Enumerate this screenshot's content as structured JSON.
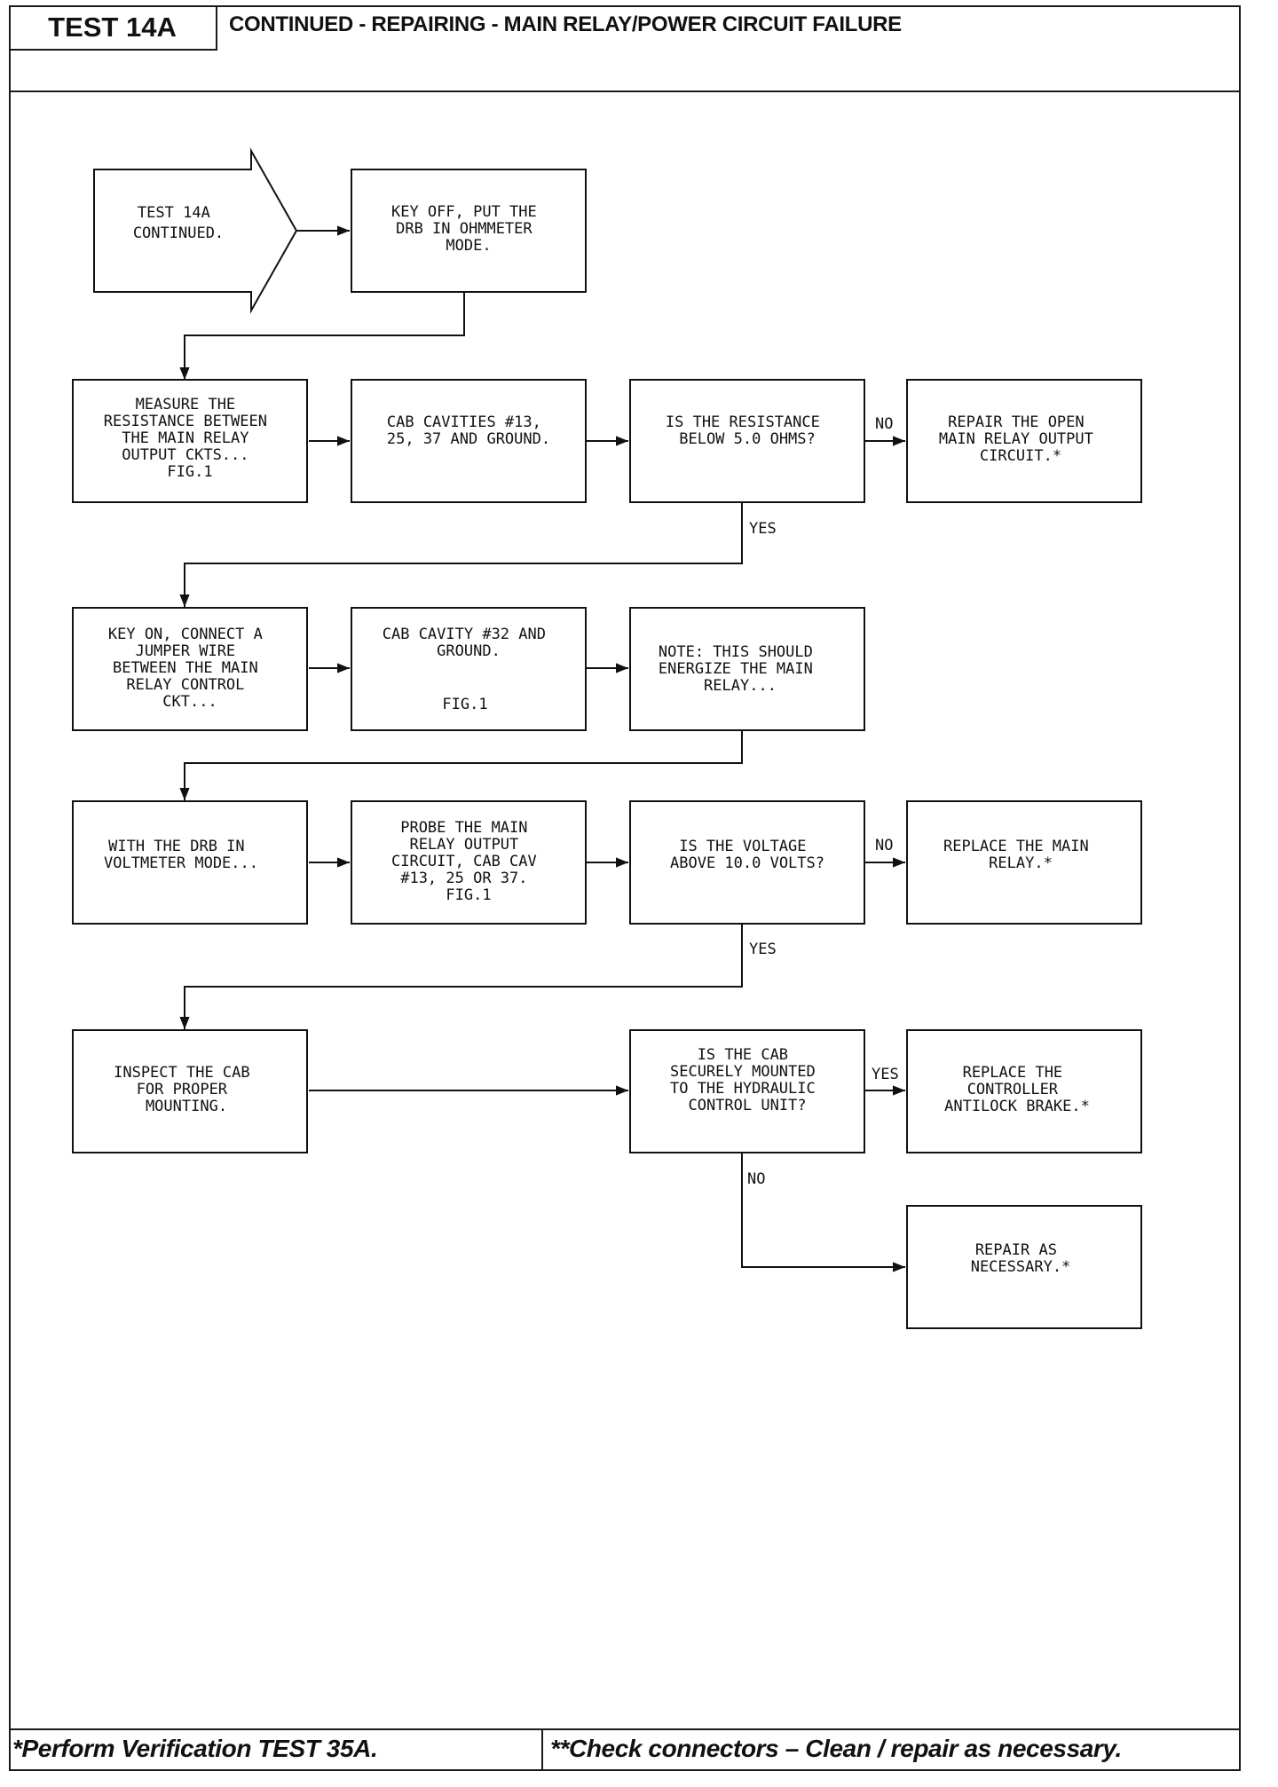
{
  "header": {
    "test_id": "TEST 14A",
    "title": "CONTINUED - REPAIRING - MAIN RELAY/POWER CIRCUIT FAILURE"
  },
  "flowchart": {
    "start": [
      "TEST 14A",
      "CONTINUED."
    ],
    "key_off": [
      "KEY OFF, PUT THE",
      "DRB IN OHMMETER",
      "MODE."
    ],
    "measure_resistance": [
      "MEASURE THE",
      "RESISTANCE BETWEEN",
      "THE MAIN RELAY",
      "OUTPUT CKTS...",
      "FIG.1"
    ],
    "cab_cavities": [
      "CAB CAVITIES #13,",
      "25, 37 AND GROUND."
    ],
    "resistance_question": [
      "IS THE RESISTANCE",
      "BELOW 5.0 OHMS?"
    ],
    "repair_open_circuit": [
      "REPAIR THE OPEN",
      "MAIN RELAY OUTPUT",
      "CIRCUIT.*"
    ],
    "key_on_jumper": [
      "KEY ON, CONNECT A",
      "JUMPER WIRE",
      "BETWEEN THE MAIN",
      "RELAY CONTROL",
      "CKT..."
    ],
    "cab_cavity_32": [
      "CAB CAVITY #32 AND",
      "GROUND."
    ],
    "cab_cavity_32_fig": "FIG.1",
    "note_energize": [
      "NOTE: THIS SHOULD",
      "ENERGIZE THE MAIN",
      "RELAY..."
    ],
    "voltmeter_mode": [
      "WITH THE DRB IN",
      "VOLTMETER MODE..."
    ],
    "probe_output": [
      "PROBE THE MAIN",
      "RELAY OUTPUT",
      "CIRCUIT, CAB CAV",
      "#13, 25 OR 37.",
      "FIG.1"
    ],
    "voltage_question": [
      "IS THE VOLTAGE",
      "ABOVE 10.0 VOLTS?"
    ],
    "replace_relay": [
      "REPLACE THE MAIN",
      "RELAY.*"
    ],
    "inspect_cab": [
      "INSPECT THE CAB",
      "FOR PROPER",
      "MOUNTING."
    ],
    "mounted_question": [
      "IS THE CAB",
      "SECURELY MOUNTED",
      "TO THE HYDRAULIC",
      "CONTROL UNIT?"
    ],
    "replace_controller": [
      "REPLACE THE",
      "CONTROLLER",
      "ANTILOCK BRAKE.*"
    ],
    "repair_as_necessary": [
      "REPAIR AS",
      "NECESSARY.*"
    ],
    "labels": {
      "no": "NO",
      "yes": "YES"
    }
  },
  "footer": {
    "left": "*Perform Verification TEST 35A.",
    "right": "**Check connectors – Clean / repair as necessary."
  }
}
